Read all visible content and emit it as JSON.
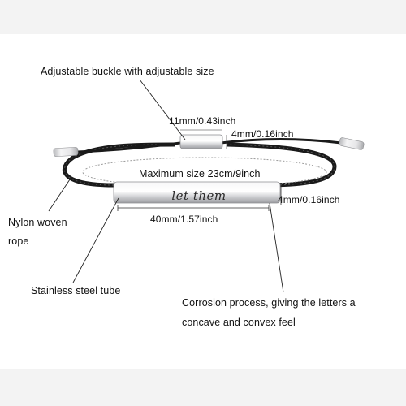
{
  "annotations": {
    "buckle": "Adjustable buckle with adjustable size",
    "buckle_width": "11mm/0.43inch",
    "buckle_height": "4mm/0.16inch",
    "max_size": "Maximum size 23cm/9inch",
    "tube_height": "4mm/0.16inch",
    "tube_length": "40mm/1.57inch",
    "rope": "Nylon woven rope",
    "tube": "Stainless steel tube",
    "corrosion": "Corrosion process, giving the letters a concave and convex feel"
  },
  "engraving": "let them",
  "colors": {
    "page_background": "#f3f3f3",
    "panel_background": "#ffffff",
    "rope": "#141414",
    "steel": "#d9dadc"
  }
}
